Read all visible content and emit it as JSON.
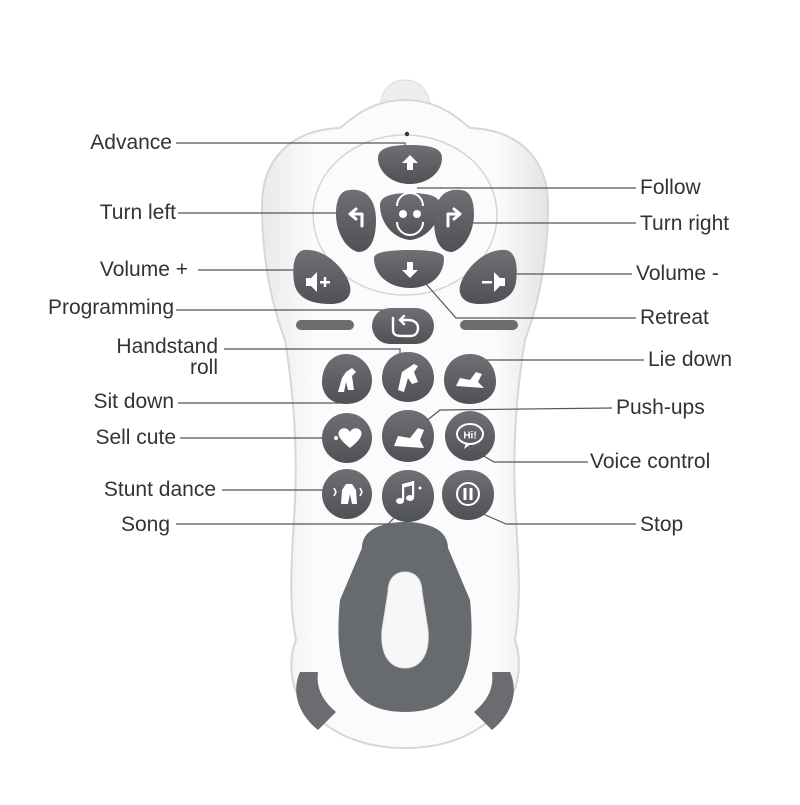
{
  "labels": {
    "advance": "Advance",
    "turn_left": "Turn left",
    "volume_up": "Volume +",
    "programming": "Programming",
    "handstand_roll_line1": "Handstand",
    "handstand_roll_line2": "roll",
    "sit_down": "Sit down",
    "sell_cute": "Sell cute",
    "stunt_dance": "Stunt dance",
    "song": "Song",
    "follow": "Follow",
    "turn_right": "Turn right",
    "volume_down": "Volume -",
    "retreat": "Retreat",
    "lie_down": "Lie down",
    "push_ups": "Push-ups",
    "voice_control": "Voice control",
    "stop": "Stop"
  },
  "button_icon_text": {
    "voice_control": "Hi!"
  },
  "colors": {
    "button": "#5f6166",
    "body": "#f7f7f7",
    "outline": "#d9d9d9",
    "leader": "#555555",
    "label": "#333333"
  },
  "icons": {
    "advance": "arrow-up-icon",
    "retreat": "arrow-down-icon",
    "turn_left": "turn-left-arrow-icon",
    "turn_right": "turn-right-arrow-icon",
    "follow": "follow-icon",
    "volume_up": "speaker-plus-icon",
    "volume_down": "speaker-minus-icon",
    "programming": "loop-arrow-icon",
    "handstand_roll": "dog-handstand-icon",
    "lie_down": "dog-lying-icon",
    "sit_down": "dog-sitting-icon",
    "push_ups": "dog-pushup-icon",
    "sell_cute": "heart-icon",
    "voice_control": "speech-bubble-icon",
    "stunt_dance": "dog-dance-icon",
    "song": "music-note-icon",
    "stop": "pause-icon"
  }
}
